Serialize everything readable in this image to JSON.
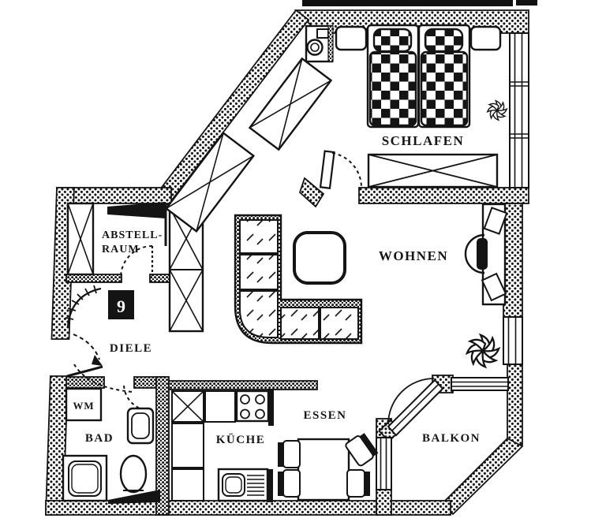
{
  "floorplan": {
    "unit_badge": "9",
    "rooms": [
      {
        "name": "schlafen",
        "label": "SCHLAFEN"
      },
      {
        "name": "wohnen",
        "label": "WOHNEN"
      },
      {
        "name": "abstellraum",
        "label_line1": "ABSTELL-",
        "label_line2": "RAUM"
      },
      {
        "name": "diele",
        "label": "DIELE"
      },
      {
        "name": "bad",
        "label": "BAD"
      },
      {
        "name": "kueche",
        "label": "KÜCHE"
      },
      {
        "name": "essen",
        "label": "ESSEN"
      },
      {
        "name": "balkon",
        "label": "BALKON"
      }
    ],
    "appliance_labels": {
      "washing_machine": "WM"
    },
    "colors": {
      "ink": "#161616",
      "paper": "#ffffff"
    }
  }
}
